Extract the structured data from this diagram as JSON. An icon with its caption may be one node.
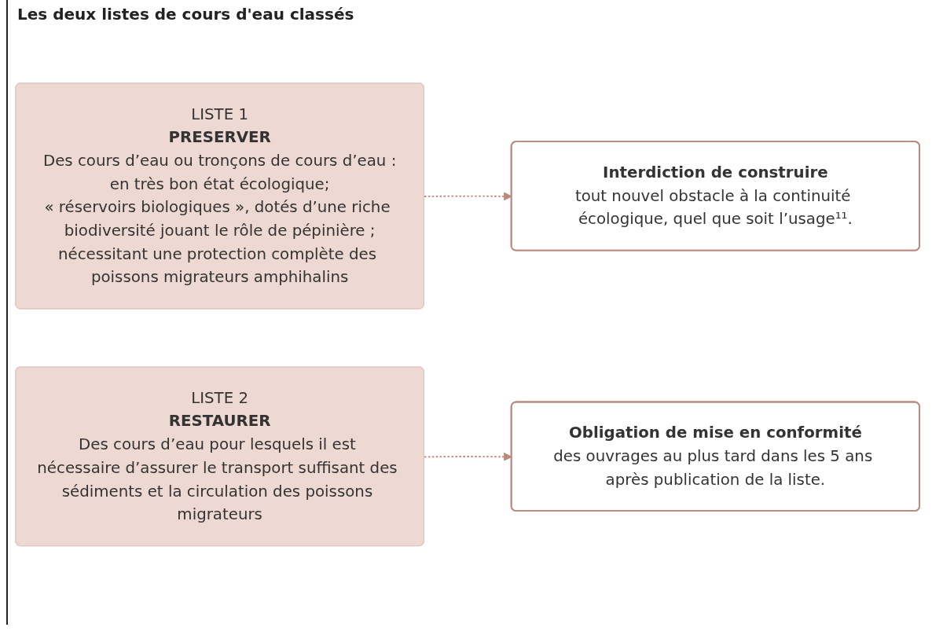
{
  "diagram": {
    "title": "Les deux listes de cours d'eau classés",
    "nodes": [
      {
        "text": [
          "LISTE 1",
          "PRESERVER",
          "Des cours d’eau ou tronçons de cours d’eau :",
          "en très bon état écologique;",
          "« réservoirs biologiques », dotés d’une riche biodiversité jouant le rôle de pépinière ;",
          "nécessitant une protection complète des poissons migrateurs amphihalins"
        ]
      },
      {
        "text": [
          "Interdiction de construire",
          "tout nouvel obstacle à la continuité écologique, quel que soit l’usage¹¹."
        ]
      },
      {
        "text": [
          "LISTE 2",
          "RESTAURER",
          "Des cours d’eau pour lesquels il est nécessaire d’assurer le transport suffisant des sédiments et la circulation des poissons migrateurs"
        ]
      },
      {
        "text": [
          "Obligation de mise en conformité",
          "des ouvrages au plus tard dans les 5 ans après publication de la liste."
        ]
      }
    ],
    "edges": [
      {
        "from": 0,
        "to": 1,
        "arrow": "to",
        "style": "dashed"
      },
      {
        "from": 2,
        "to": 3,
        "arrow": "to",
        "style": "dashed"
      }
    ]
  }
}
